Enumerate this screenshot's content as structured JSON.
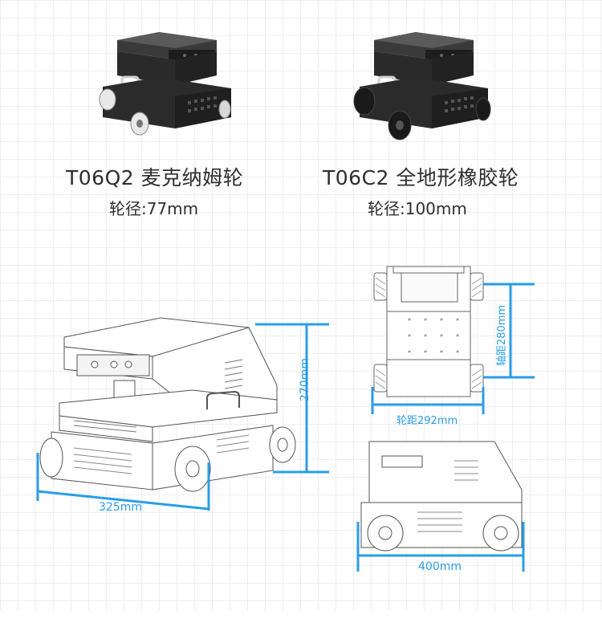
{
  "products": [
    {
      "model": "T06Q2 麦克纳姆轮",
      "spec": "轮径:77mm",
      "wheel": "mecanum-wheel-icon"
    },
    {
      "model": "T06C2 全地形橡胶轮",
      "spec": "轮径:100mm",
      "wheel": "rubber-wheel-icon"
    }
  ],
  "dimensions": {
    "height": "270mm",
    "wheel_span_front": "325mm",
    "wheelbase": "轴距280mm",
    "track": "轮距292mm",
    "length": "400mm"
  },
  "colors": {
    "accent": "#2a9de8",
    "body_dark": "#2b2b2b",
    "line_art": "#555555"
  }
}
